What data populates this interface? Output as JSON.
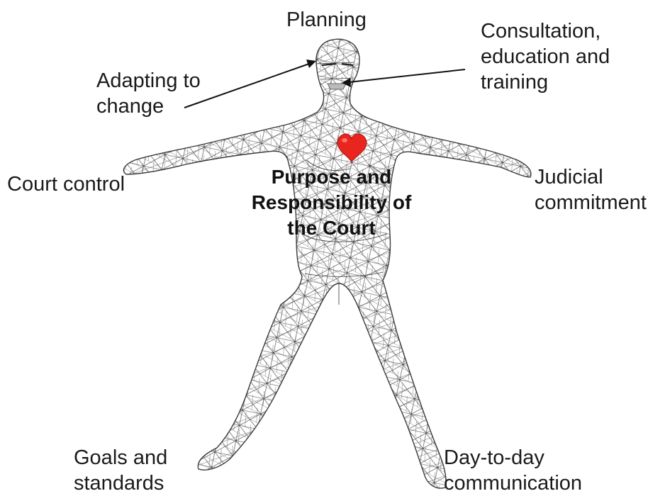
{
  "labels": {
    "planning": "Planning",
    "consultation": [
      "Consultation,",
      "education and",
      "training"
    ],
    "adapting": [
      "Adapting to",
      "change"
    ],
    "court_control": "Court control",
    "judicial": [
      "Judicial",
      "commitment"
    ],
    "goals": [
      "Goals and",
      "standards"
    ],
    "day_to_day": [
      "Day-to-day",
      "communication"
    ]
  },
  "center": [
    "Purpose and",
    "Responsibility of",
    "the Court"
  ],
  "colors": {
    "heart": "#e8251f",
    "mesh": "#3a3a3a",
    "text": "#1a1a1a"
  },
  "icons": {
    "figure": "wireframe-human-figure-icon",
    "heart": "heart-icon"
  }
}
